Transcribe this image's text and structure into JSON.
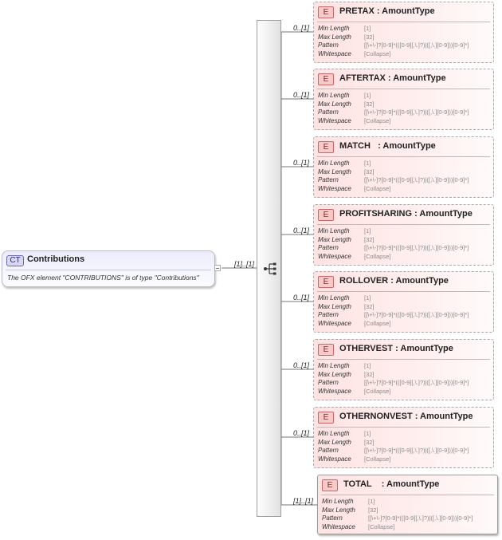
{
  "complex_type": {
    "badge": "CT",
    "name": "Contributions",
    "documentation": "The OFX element \"CONTRIBUTIONS\" is of type \"Contributions\""
  },
  "sequence": {
    "occurrence": "[1]..[1]"
  },
  "facet_labels": {
    "min_length": "Min Length",
    "max_length": "Max Length",
    "pattern": "Pattern",
    "whitespace": "Whitespace"
  },
  "elements": [
    {
      "badge": "E",
      "name": "PRETAX",
      "type": ": AmountType",
      "occurrence": "0..[1]",
      "min_length": "[1]",
      "max_length": "[32]",
      "pattern": "[[\\+\\-]?[0-9]*(([0-9][,\\.]?)|([,\\.][0-9]))[0-9]*]",
      "whitespace": "[Collapse]",
      "required": false
    },
    {
      "badge": "E",
      "name": "AFTERTAX",
      "type": ": AmountType",
      "occurrence": "0..[1]",
      "min_length": "[1]",
      "max_length": "[32]",
      "pattern": "[[\\+\\-]?[0-9]*(([0-9][,\\.]?)|([,\\.][0-9]))[0-9]*]",
      "whitespace": "[Collapse]",
      "required": false
    },
    {
      "badge": "E",
      "name": "MATCH",
      "type": ": AmountType",
      "occurrence": "0..[1]",
      "min_length": "[1]",
      "max_length": "[32]",
      "pattern": "[[\\+\\-]?[0-9]*(([0-9][,\\.]?)|([,\\.][0-9]))[0-9]*]",
      "whitespace": "[Collapse]",
      "required": false
    },
    {
      "badge": "E",
      "name": "PROFITSHARING",
      "type": ": AmountType",
      "occurrence": "0..[1]",
      "min_length": "[1]",
      "max_length": "[32]",
      "pattern": "[[\\+\\-]?[0-9]*(([0-9][,\\.]?)|([,\\.][0-9]))[0-9]*]",
      "whitespace": "[Collapse]",
      "required": false
    },
    {
      "badge": "E",
      "name": "ROLLOVER",
      "type": ": AmountType",
      "occurrence": "0..[1]",
      "min_length": "[1]",
      "max_length": "[32]",
      "pattern": "[[\\+\\-]?[0-9]*(([0-9][,\\.]?)|([,\\.][0-9]))[0-9]*]",
      "whitespace": "[Collapse]",
      "required": false
    },
    {
      "badge": "E",
      "name": "OTHERVEST",
      "type": ": AmountType",
      "occurrence": "0..[1]",
      "min_length": "[1]",
      "max_length": "[32]",
      "pattern": "[[\\+\\-]?[0-9]*(([0-9][,\\.]?)|([,\\.][0-9]))[0-9]*]",
      "whitespace": "[Collapse]",
      "required": false
    },
    {
      "badge": "E",
      "name": "OTHERNONVEST",
      "type": ": AmountType",
      "occurrence": "0..[1]",
      "min_length": "[1]",
      "max_length": "[32]",
      "pattern": "[[\\+\\-]?[0-9]*(([0-9][,\\.]?)|([,\\.][0-9]))[0-9]*]",
      "whitespace": "[Collapse]",
      "required": false
    },
    {
      "badge": "E",
      "name": "TOTAL",
      "type": ": AmountType",
      "occurrence": "[1]..[1]",
      "min_length": "[1]",
      "max_length": "[32]",
      "pattern": "[[\\+\\-]?[0-9]*(([0-9][,\\.]?)|([,\\.][0-9]))[0-9]*]",
      "whitespace": "[Collapse]",
      "required": true
    }
  ]
}
